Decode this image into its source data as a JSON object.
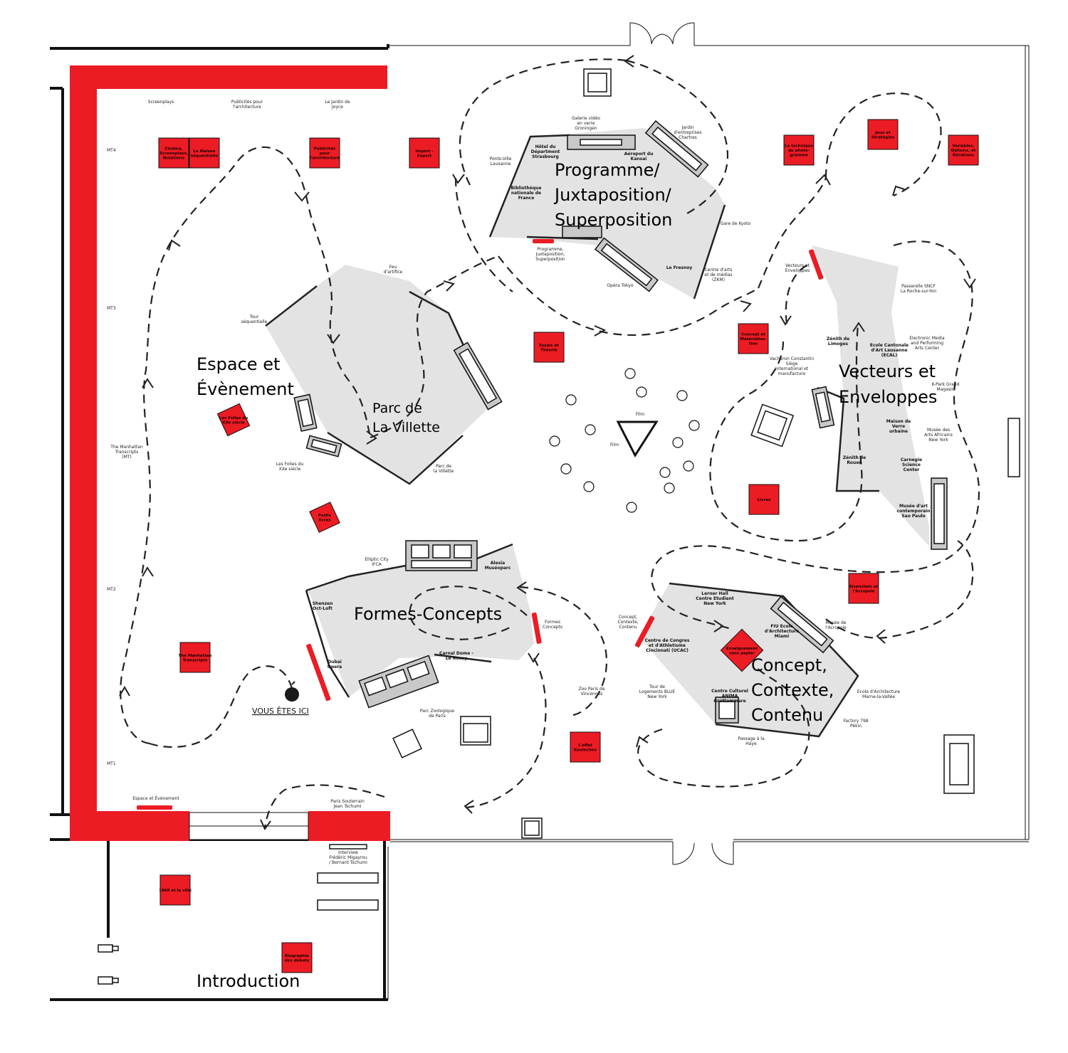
{
  "sections": {
    "programme": [
      "Programme/",
      "Juxtaposition/",
      "Superposition"
    ],
    "espace": [
      "Espace et",
      "Évènement"
    ],
    "parc": [
      "Parc de",
      "La Villette"
    ],
    "vecteurs": [
      "Vecteurs et",
      "Enveloppes"
    ],
    "formes": "Formes-Concepts",
    "concept": [
      "Concept,",
      "Contexte,",
      "Contenu"
    ],
    "intro": "Introduction"
  },
  "you_are_here": "VOUS ÊTES ICI",
  "mt_markers": [
    "MT4",
    "MT3",
    "MT2",
    "MT1"
  ],
  "red_boxes": [
    {
      "text": [
        "Cinéma,",
        "Screenplays,",
        "Notations"
      ]
    },
    {
      "text": [
        "La Maison",
        "séquentielle"
      ]
    },
    {
      "text": [
        "Publicités",
        "pour",
        "l'architecture"
      ]
    },
    {
      "text": [
        "Import -",
        "Export"
      ]
    },
    {
      "text": [
        "La technique",
        "du photo-",
        "gramme"
      ]
    },
    {
      "text": [
        "Jeux et",
        "Stratégies"
      ]
    },
    {
      "text": [
        "Variables,",
        "Options, et",
        "Itérations"
      ]
    },
    {
      "text": [
        "Essais et",
        "Théorie"
      ]
    },
    {
      "text": [
        "Concept et",
        "Matérialisa-",
        "tion"
      ]
    },
    {
      "text": [
        "Les Folies du",
        "XXe siècle"
      ]
    },
    {
      "text": [
        "Petits",
        "livres"
      ]
    },
    {
      "text": [
        "Livres"
      ]
    },
    {
      "text": [
        "Eisenstein et",
        "l'Acropole"
      ]
    },
    {
      "text": [
        "The Manhattan",
        "Transcripts"
      ]
    },
    {
      "text": [
        "Enseignement",
        "sans papier"
      ]
    },
    {
      "text": [
        "L'effet",
        "Koulechov"
      ]
    },
    {
      "text": [
        "1968 et la ville"
      ]
    },
    {
      "text": [
        "Biographie",
        "des débuts"
      ]
    }
  ],
  "labels": {
    "screenplays": "Screenplays",
    "publicites": [
      "Publicités pour",
      "l'architecture"
    ],
    "jardin_joyce": [
      "Le Jardin de",
      "Joyce"
    ],
    "galerie": [
      "Galerie vidéo",
      "en verre",
      "Groningen"
    ],
    "jardin_chartres": [
      "Jardin",
      "d'entreprises",
      "Chartres"
    ],
    "ponts_ville": [
      "Ponts-Ville",
      "Lausanne"
    ],
    "hotel_strasbourg": [
      "Hôtel du",
      "Départment",
      "Strasbourg"
    ],
    "aeroport": [
      "Aéroport du",
      "Kansai"
    ],
    "bnf": [
      "Bibliothèque",
      "nationale de",
      "France"
    ],
    "gare_kyoto": "Gare de Kyoto",
    "prog_wall": [
      "Programme,",
      "Juxtaposition,",
      "Superposition"
    ],
    "fresnoy": "Le Fresnoy",
    "zkm": [
      "Centre d'arts",
      "et de médias",
      "(ZKM)"
    ],
    "opera_tokyo": "Opéra Tokyo",
    "feu": [
      "Feu",
      "d'artifice"
    ],
    "tour_seq": [
      "Tour",
      "séquentielle"
    ],
    "folies_xx": [
      "Les Folies du",
      "XXe siècle"
    ],
    "parc_villette": [
      "Parc de",
      "la Villette"
    ],
    "manhattan": [
      "The Manhattan",
      "Transcripts",
      "(MT)"
    ],
    "vect_wall": [
      "Vecteurs et",
      "Enveloppes"
    ],
    "passerelle": [
      "Passerelle SNCF",
      "La Roche-sur-Yon"
    ],
    "zenith_limoges": [
      "Zénith de",
      "Limoges"
    ],
    "ecal": [
      "Ecole Cantonale",
      "d'Art Lausanne",
      "(ECAL)"
    ],
    "electronic": [
      "Electronic Media",
      "and Performing",
      "Arts Center"
    ],
    "vacheron": [
      "Vacheron Constantin",
      "Siège",
      "International et",
      "manufacture"
    ],
    "kpark": [
      "K-Park Grand",
      "Magasin"
    ],
    "maison_verre": [
      "Maison de",
      "Verre",
      "urbaine"
    ],
    "musee_arts": [
      "Musée des",
      "Arts Africains",
      "New York"
    ],
    "zenith_rouen": [
      "Zénith de",
      "Rouen"
    ],
    "carnegie": [
      "Carnegie",
      "Science",
      "Center"
    ],
    "sao_paulo": [
      "Musée d'art",
      "contemporain",
      "Sao Paulo"
    ],
    "film1": "Film",
    "film2": "Film",
    "elliptic": [
      "Elliptic City",
      "IFCA"
    ],
    "alesia": [
      "Alesia",
      "Muséoparc"
    ],
    "shenzen": [
      "Shenzen",
      "Oct-Loft"
    ],
    "dubai": [
      "Dubai",
      "Opera"
    ],
    "carnal": [
      "Carnal Dome -",
      "Le Rosey"
    ],
    "formes_wall": [
      "Formes",
      "Concepts"
    ],
    "zoo_label": [
      "Zoo Paris de",
      "Vincennes"
    ],
    "parc_zoo": [
      "Parc Zoologique",
      "de Paris"
    ],
    "concept_wall": [
      "Concept,",
      "Contexte,",
      "Contenu"
    ],
    "lerner": [
      "Lerner Hall",
      "Centre Etudiant",
      "New York"
    ],
    "fiu": [
      "FIU Ecole",
      "d'Architecture",
      "Miami"
    ],
    "musee_acropole": [
      "Musée de",
      "l'Acropole"
    ],
    "cincinnati": [
      "Centre de Congres",
      "et d'Athletisme",
      "Cincinnati (UCAC)"
    ],
    "blue": [
      "Tour de",
      "Logements BLUE",
      "New York"
    ],
    "anima": [
      "Centre Culturel",
      "ANIMA",
      "Grottammare"
    ],
    "marne": [
      "Ecole d'Architecture",
      "Marne-la-Vallée"
    ],
    "factory": [
      "Factory 798",
      "Pékin"
    ],
    "passage": [
      "Passage à la",
      "Haye"
    ],
    "espace_wall": "Espace et Événement",
    "paris_sout": [
      "Paris Souterrain",
      "Jean Tschumi"
    ],
    "interview": [
      "Interview",
      "Frédéric Migayrou",
      "/ Bernard Tschumi"
    ]
  },
  "colors": {
    "accent_red": "#ec1c24",
    "zone_grey": "#e3e3e3",
    "ink": "#111111"
  }
}
